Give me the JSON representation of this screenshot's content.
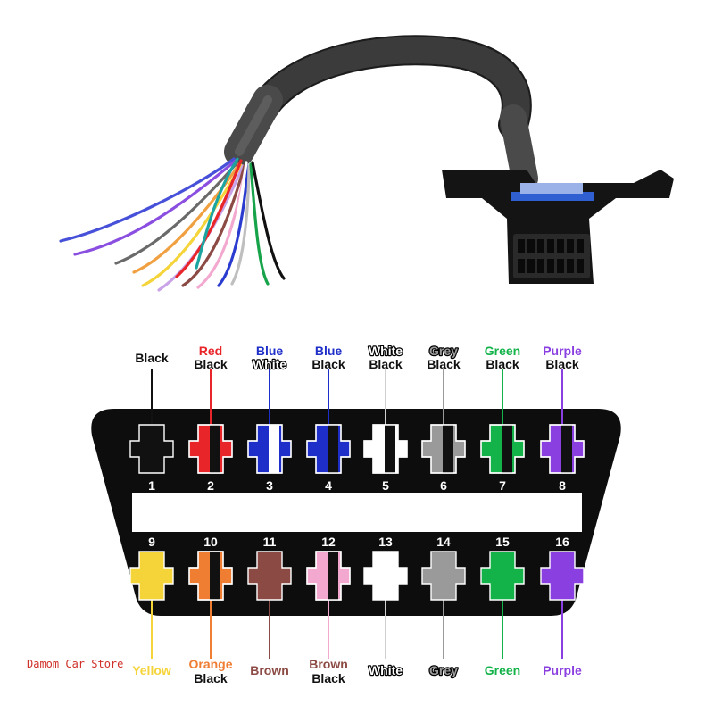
{
  "colors": {
    "Black": "#111111",
    "Red": "#e8262a",
    "Blue": "#1d2ec9",
    "White": "#ffffff",
    "Grey": "#9a9a9a",
    "Green": "#14b34a",
    "Purple": "#8a3fe0",
    "Yellow": "#f5d43a",
    "Orange": "#ef7d32",
    "Brown": "#8b4a43",
    "Pink": "#f3a9cf",
    "connector": "#0d0d0d"
  },
  "top_pins": [
    {
      "number": "1",
      "primary": "Black",
      "secondary": ""
    },
    {
      "number": "2",
      "primary": "Red",
      "secondary": "Black"
    },
    {
      "number": "3",
      "primary": "Blue",
      "secondary": "White"
    },
    {
      "number": "4",
      "primary": "Blue",
      "secondary": "Black"
    },
    {
      "number": "5",
      "primary": "White",
      "secondary": "Black"
    },
    {
      "number": "6",
      "primary": "Grey",
      "secondary": "Black"
    },
    {
      "number": "7",
      "primary": "Green",
      "secondary": "Black"
    },
    {
      "number": "8",
      "primary": "Purple",
      "secondary": "Black"
    }
  ],
  "bottom_pins": [
    {
      "number": "9",
      "primary": "Yellow",
      "secondary": "",
      "fill": "Yellow"
    },
    {
      "number": "10",
      "primary": "Orange",
      "secondary": "Black",
      "fill": "Orange"
    },
    {
      "number": "11",
      "primary": "Brown",
      "secondary": "",
      "fill": "Brown"
    },
    {
      "number": "12",
      "primary": "Brown",
      "secondary": "Black",
      "fill": "Pink"
    },
    {
      "number": "13",
      "primary": "White",
      "secondary": "",
      "fill": "White"
    },
    {
      "number": "14",
      "primary": "Grey",
      "secondary": "",
      "fill": "Grey"
    },
    {
      "number": "15",
      "primary": "Green",
      "secondary": "",
      "fill": "Green"
    },
    {
      "number": "16",
      "primary": "Purple",
      "secondary": "",
      "fill": "Purple"
    }
  ],
  "watermark": "Damom Car Store"
}
